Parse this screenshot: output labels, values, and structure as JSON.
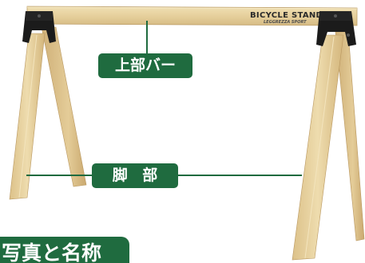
{
  "product": {
    "top_bar_print": "BICYCLE STAND",
    "top_bar_brand": "LEGGREZZA SPORT"
  },
  "callouts": {
    "top_bar": "上部バー",
    "legs": "脚 部"
  },
  "section": {
    "title": "写真と名称"
  },
  "colors": {
    "label_green": "#1f6b3f",
    "wood_light": "#e9d6a6",
    "wood_mid": "#d9c08a",
    "bracket_black": "#1b1b1b",
    "background": "#ffffff"
  }
}
